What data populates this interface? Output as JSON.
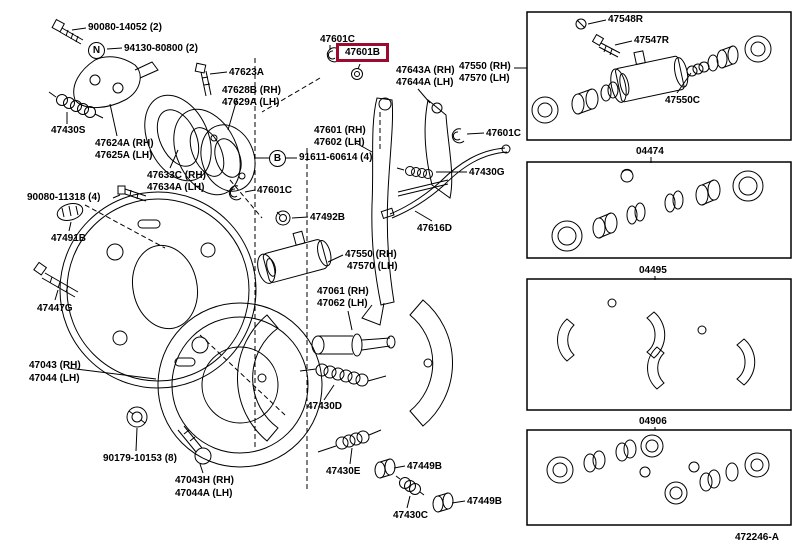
{
  "figure": {
    "code": "472246-A"
  },
  "highlight": {
    "part": "47601B",
    "color": "#9b0b2e"
  },
  "symbols": {
    "n": "N",
    "b": "B"
  },
  "callouts": {
    "n90080_14052": "90080-14052 (2)",
    "n94130_80800": "94130-80800 (2)",
    "p47623a": "47623A",
    "p47628b_rh": "47628B (RH)",
    "p47629a_lh": "47629A (LH)",
    "p47430s": "47430S",
    "p47624a_rh": "47624A (RH)",
    "p47625a_lh": "47625A (LH)",
    "p47633c_rh": "47633C (RH)",
    "p47634a_lh": "47634A (LH)",
    "n90080_11318": "90080-11318 (4)",
    "p47491b": "47491B",
    "p47447g": "47447G",
    "p47043_rh": "47043 (RH)",
    "p47044_lh": "47044 (LH)",
    "n90179_10153": "90179-10153 (8)",
    "p47043h_rh": "47043H (RH)",
    "p47044a_lh": "47044A (LH)",
    "p47601c": "47601C",
    "p47601b": "47601B",
    "p47643a_rh": "47643A (RH)",
    "p47644a_lh": "47644A (LH)",
    "p47550_rh": "47550 (RH)",
    "p47570_lh": "47570 (LH)",
    "p47601_rh": "47601 (RH)",
    "p47602_lh": "47602 (LH)",
    "n91611_60614": "91611-60614 (4)",
    "p47430g": "47430G",
    "p47492b": "47492B",
    "p47616d": "47616D",
    "p47061_rh": "47061 (RH)",
    "p47062_lh": "47062 (LH)",
    "p47430d": "47430D",
    "p47430e": "47430E",
    "p47449b": "47449B",
    "p47430c": "47430C",
    "p47548r": "47548R",
    "p47547r": "47547R",
    "p47550c": "47550C",
    "k04474": "04474",
    "k04495": "04495",
    "k04906": "04906"
  }
}
